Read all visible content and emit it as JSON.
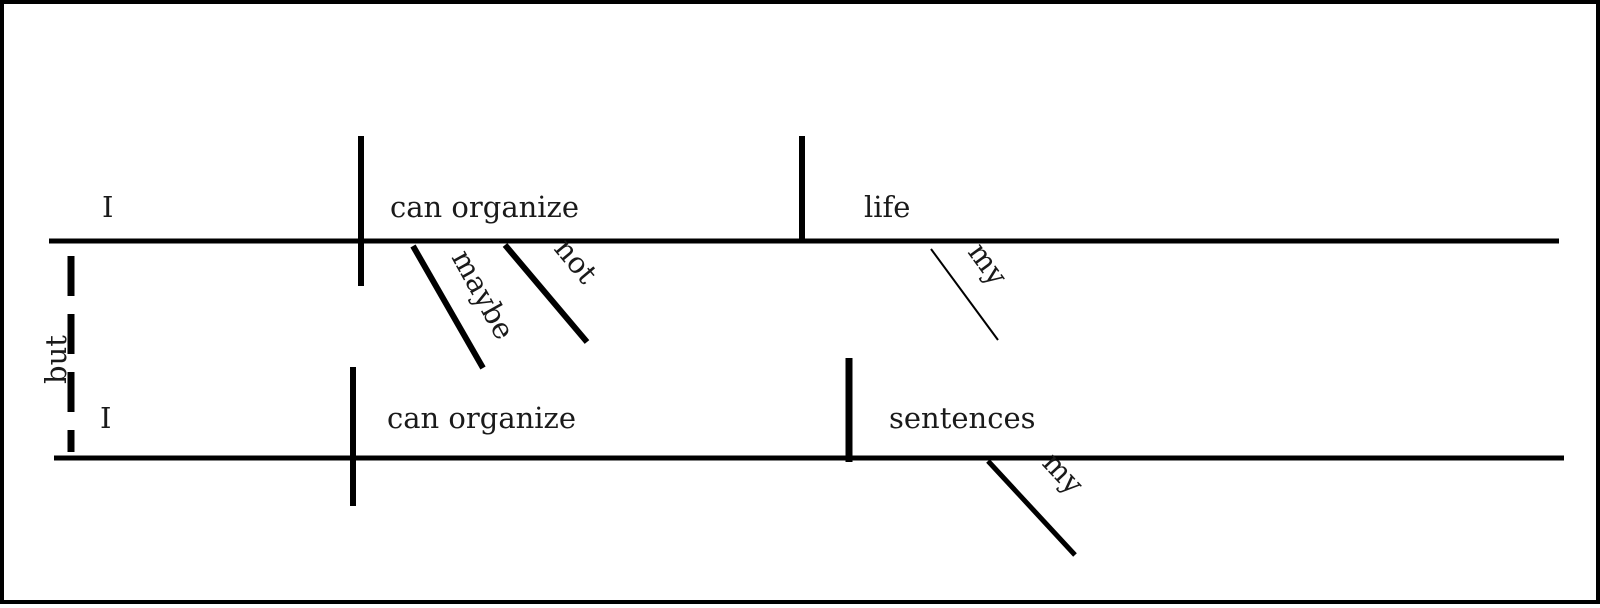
{
  "diagram": {
    "clause_1": {
      "subject": "I",
      "verb": "can organize",
      "object": "life",
      "verb_modifiers": [
        "maybe",
        "not"
      ],
      "object_modifier": "my"
    },
    "clause_2": {
      "subject": "I",
      "verb": "can organize",
      "object": "sentences",
      "object_modifier": "my"
    },
    "conjunction": "but"
  }
}
